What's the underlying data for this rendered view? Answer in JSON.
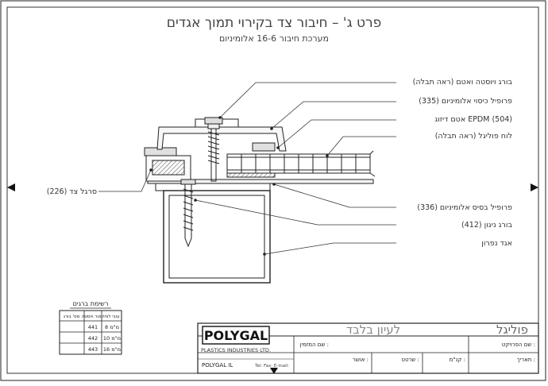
{
  "header": {
    "title": "פרט ג' – חיבור צד בקירוי תמוך אגדים",
    "subtitle": "מערכת חיבור 16-6 אלומיניום"
  },
  "callouts_right": [
    "בורג ויוסטה ואטם (ראה תבלה)",
    "פרופיל כיסוי אלומיניום (335)",
    "אטם דיזוג EPDM (504)",
    "לוח פוליגל (ראה תבלה)",
    "פרופיל בסיס אלומיניום (336)",
    "בורג ניגון (412)",
    "אגד נפרון"
  ],
  "callout_left": "סרגל צד (226)",
  "screw_table": {
    "title": "רשימת ברגים",
    "headers": [
      "מס' בורג",
      "קוטר ויוסטה",
      "עובי לוח"
    ],
    "rows": [
      [
        "441",
        "8 מ\"מ"
      ],
      [
        "442",
        "10 מ\"מ"
      ],
      [
        "443",
        "16 מ\"מ"
      ]
    ]
  },
  "title_block": {
    "logo": "POLYGAL",
    "company_line": "PLASTICS INDUSTRIES LTD.",
    "brand_en": "POLYGAL IL",
    "contact": "Tel: Fax: E-mail:",
    "brand_he": "פוליגל",
    "slogan": "לעיון בלבד",
    "field_project": "שם הפרויקט :",
    "field_client": "שם המזמין :",
    "field_date": "תאריך :",
    "field_scale": "קנ\"מ :",
    "field_drawn": "שרטט :",
    "field_approved": "אושר :"
  }
}
